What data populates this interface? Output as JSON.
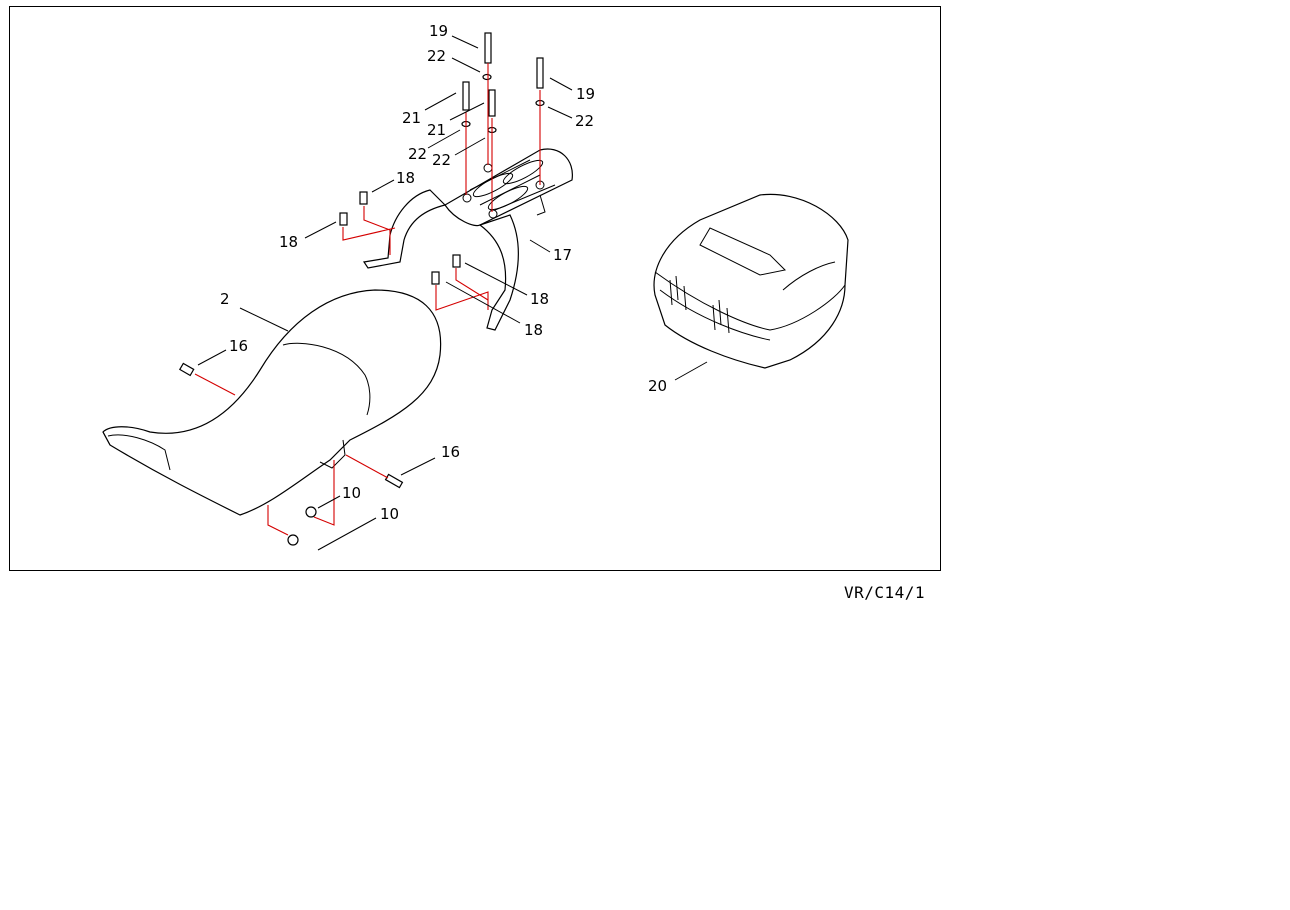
{
  "drawing_ref": "VR/C14/1",
  "callouts": {
    "seat": "2",
    "nut_a": "10",
    "nut_b": "10",
    "bolt_seat_left": "16",
    "bolt_seat_right": "16",
    "carrier": "17",
    "screw_a": "18",
    "screw_b": "18",
    "screw_c": "18",
    "screw_d": "18",
    "bolt_19_a": "19",
    "bolt_19_b": "19",
    "top_box": "20",
    "bolt_21_a": "21",
    "bolt_21_b": "21",
    "washer_a": "22",
    "washer_b": "22",
    "washer_c": "22",
    "washer_d": "22"
  },
  "colors": {
    "line": "#000000",
    "assembly_line": "#d40000"
  }
}
